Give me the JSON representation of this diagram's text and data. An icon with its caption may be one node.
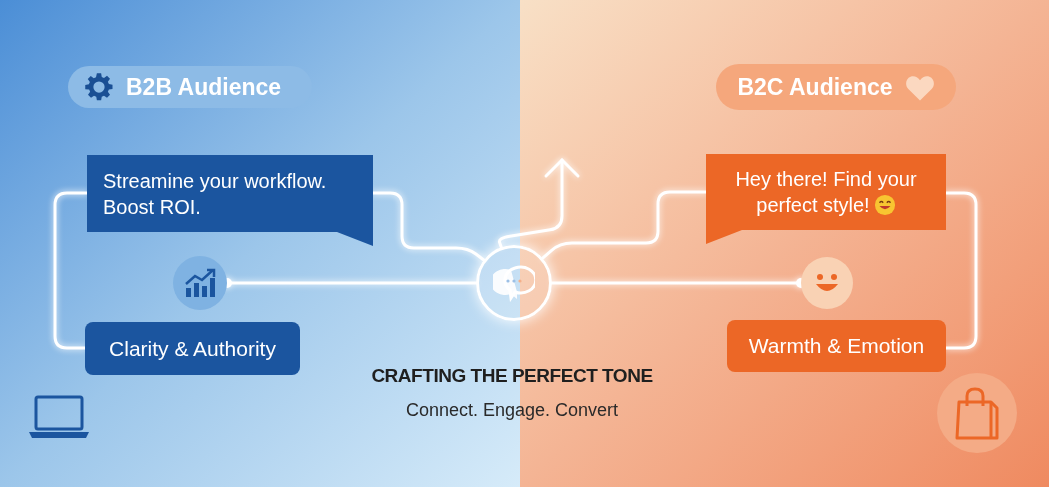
{
  "diagram": {
    "nodes": [
      {
        "text": [
          "B2B Audience"
        ]
      },
      {
        "text": [
          "B2C Audience"
        ]
      },
      {
        "text": [
          "Streamine your workflow. Boost ROI."
        ]
      },
      {
        "text": [
          "Clarity & Authority"
        ]
      },
      {
        "text": [
          "Hey there! Find your perfect style!"
        ]
      },
      {
        "text": [
          "Warmth & Emotion"
        ]
      },
      {
        "text": [],
        "shape": "circle"
      },
      {
        "text": [],
        "shape": "circle"
      },
      {
        "text": [],
        "shape": "circle"
      }
    ],
    "edges": [
      {
        "from": 2,
        "to": 3,
        "arrow": "none"
      },
      {
        "from": 2,
        "to": 7,
        "arrow": "none"
      },
      {
        "from": 4,
        "to": 7,
        "arrow": "none"
      },
      {
        "from": 4,
        "to": 5,
        "arrow": "none"
      },
      {
        "from": 7,
        "to": 6,
        "arrow": "other"
      },
      {
        "from": 7,
        "to": 8,
        "arrow": "other"
      },
      {
        "from": 7,
        "to": null,
        "arrow": "to"
      }
    ],
    "labels": [
      "CRAFTING THE PERFECT TONE",
      "Connect. Engage. Convert"
    ]
  }
}
